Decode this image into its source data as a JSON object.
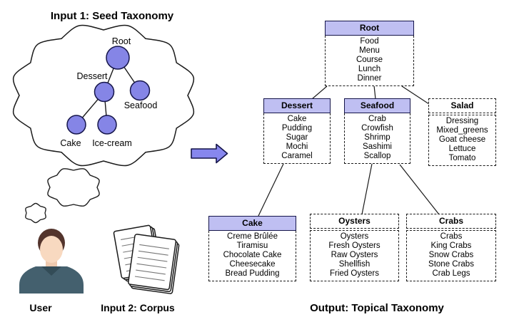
{
  "seed_panel": {
    "title": "Input 1: Seed Taxonomy",
    "nodes": [
      {
        "id": "root",
        "label": "Root"
      },
      {
        "id": "dessert",
        "label": "Dessert"
      },
      {
        "id": "seafood",
        "label": "Seafood"
      },
      {
        "id": "cake",
        "label": "Cake"
      },
      {
        "id": "icecream",
        "label": "Ice-cream"
      }
    ]
  },
  "user": {
    "label": "User"
  },
  "corpus": {
    "label": "Input 2: Corpus"
  },
  "output": {
    "label": "Output: Topical Taxonomy",
    "boxes": [
      {
        "title": "Root",
        "seed": true,
        "items": [
          "Food",
          "Menu",
          "Course",
          "Lunch",
          "Dinner"
        ]
      },
      {
        "title": "Dessert",
        "seed": true,
        "items": [
          "Cake",
          "Pudding",
          "Sugar",
          "Mochi",
          "Caramel"
        ]
      },
      {
        "title": "Seafood",
        "seed": true,
        "items": [
          "Crab",
          "Crowfish",
          "Shrimp",
          "Sashimi",
          "Scallop"
        ]
      },
      {
        "title": "Salad",
        "seed": false,
        "items": [
          "Dressing",
          "Mixed_greens",
          "Goat cheese",
          "Lettuce",
          "Tomato"
        ]
      },
      {
        "title": "Cake",
        "seed": true,
        "items": [
          "Creme Brûlée",
          "Tiramisu",
          "Chocolate Cake",
          "Cheesecake",
          "Bread Pudding"
        ]
      },
      {
        "title": "Oysters",
        "seed": false,
        "items": [
          "Oysters",
          "Fresh Oysters",
          "Raw Oysters",
          "Shellfish",
          "Fried Oysters"
        ]
      },
      {
        "title": "Crabs",
        "seed": false,
        "items": [
          "Crabs",
          "King Crabs",
          "Snow Crabs",
          "Stone Crabs",
          "Crab Legs"
        ]
      }
    ]
  },
  "colors": {
    "node_fill": "#8585e6",
    "node_stroke": "#15154a",
    "header_fill": "#bfbff2",
    "arrow_fill": "#8787ee",
    "outline": "#1a1a1a",
    "avatar_hair": "#53342c",
    "avatar_skin": "#f8d9c0",
    "avatar_shirt": "#44606e"
  }
}
